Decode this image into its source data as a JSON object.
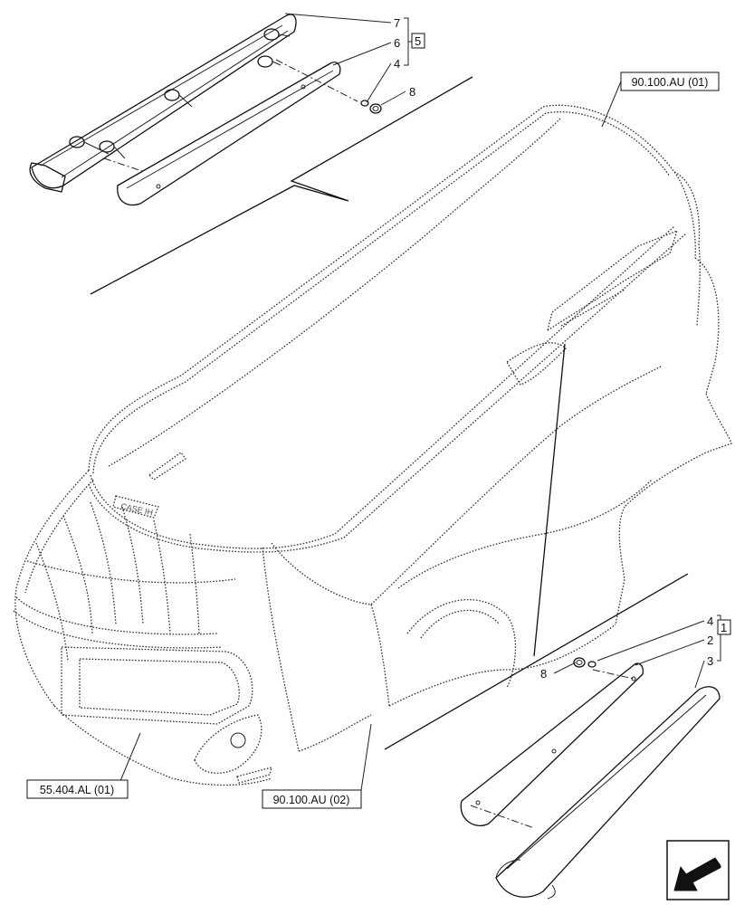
{
  "part_numbers": {
    "p7": "7",
    "p6": "6",
    "p4_top": "4",
    "p8_top": "8",
    "p5": "5",
    "p4_bottom": "4",
    "p2": "2",
    "p3": "3",
    "p8_bottom": "8",
    "p1": "1"
  },
  "references": {
    "top_right": "90.100.AU (01)",
    "bottom_left": "55.404.AL (01)",
    "bottom_center": "90.100.AU (02)"
  },
  "icons": {
    "nav_arrow": "previous-page-arrow-icon"
  }
}
